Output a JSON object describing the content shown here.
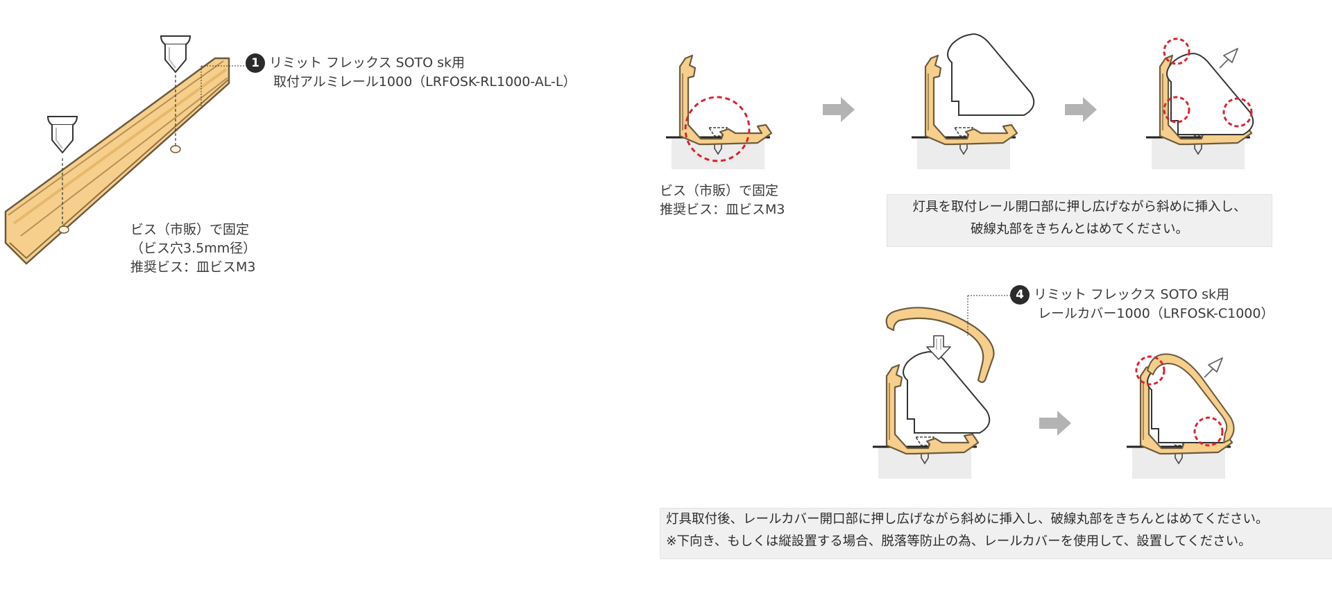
{
  "labels": {
    "item1_number": "1",
    "item1_line1": "リミット フレックス SOTO sk用",
    "item1_line2": "取付アルミレール1000（LRFOSK-RL1000-AL-L）",
    "screw_left_line1": "ビス（市販）で固定",
    "screw_left_line2": "（ビス穴3.5mm径）",
    "screw_left_line3": "推奨ビス：皿ビスM3",
    "screw_mid_line1": "ビス（市販）で固定",
    "screw_mid_line2": "推奨ビス：皿ビスM3",
    "note_top_line1": "灯具を取付レール開口部に押し広げながら斜めに挿入し、",
    "note_top_line2": "破線丸部をきちんとはめてください。",
    "item4_number": "4",
    "item4_line1": "リミット フレックス SOTO sk用",
    "item4_line2": "レールカバー1000（LRFOSK-C1000）",
    "note_bottom_line1": "灯具取付後、レールカバー開口部に押し広げながら斜めに挿入し、破線丸部をきちんとはめてください。",
    "note_bottom_line2": "※下向き、もしくは縦設置する場合、脱落等防止の為、レールカバーを使用して、設置してください。"
  },
  "icons": {
    "step_arrow": "right-arrow-icon",
    "direction_arrow": "outline-arrow-icon",
    "screw": "countersunk-screw-icon"
  },
  "colors": {
    "rail_fill": "#f6cf8c",
    "rail_stroke": "#6b5a3e",
    "dashed_circle": "#d9232e",
    "arrow_gray": "#b3b3b3",
    "ground_gray": "#ececec",
    "note_bg": "#f0f0f0"
  }
}
